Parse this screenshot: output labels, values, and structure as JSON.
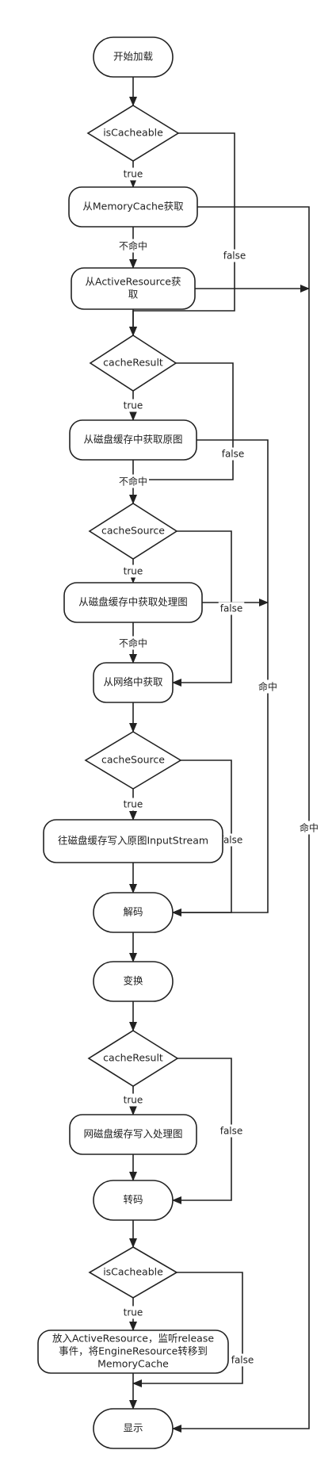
{
  "nodes": [
    {
      "id": "start",
      "shape": "terminal",
      "lines": [
        "开始加载"
      ]
    },
    {
      "id": "d_iscacheable1",
      "shape": "decision",
      "lines": [
        "isCacheable"
      ]
    },
    {
      "id": "memory",
      "shape": "process",
      "lines": [
        "从MemoryCache获取"
      ]
    },
    {
      "id": "active",
      "shape": "process",
      "lines": [
        "从ActiveResource获",
        "取"
      ]
    },
    {
      "id": "d_cacheresult1",
      "shape": "decision",
      "lines": [
        "cacheResult"
      ]
    },
    {
      "id": "disk_original",
      "shape": "process",
      "lines": [
        "从磁盘缓存中获取原图"
      ]
    },
    {
      "id": "d_cachesource1",
      "shape": "decision",
      "lines": [
        "cacheSource"
      ]
    },
    {
      "id": "disk_processed",
      "shape": "process",
      "lines": [
        "从磁盘缓存中获取处理图"
      ]
    },
    {
      "id": "network",
      "shape": "process",
      "lines": [
        "从网络中获取"
      ]
    },
    {
      "id": "d_cachesource2",
      "shape": "decision",
      "lines": [
        "cacheSource"
      ]
    },
    {
      "id": "write_original",
      "shape": "process",
      "lines": [
        "往磁盘缓存写入原图InputStream"
      ]
    },
    {
      "id": "decode",
      "shape": "terminal",
      "lines": [
        "解码"
      ]
    },
    {
      "id": "transform",
      "shape": "terminal",
      "lines": [
        "变换"
      ]
    },
    {
      "id": "d_cacheresult2",
      "shape": "decision",
      "lines": [
        "cacheResult"
      ]
    },
    {
      "id": "write_processed",
      "shape": "process",
      "lines": [
        "网磁盘缓存写入处理图"
      ]
    },
    {
      "id": "transcode",
      "shape": "terminal",
      "lines": [
        "转码"
      ]
    },
    {
      "id": "d_iscacheable2",
      "shape": "decision",
      "lines": [
        "isCacheable"
      ]
    },
    {
      "id": "put_active",
      "shape": "process",
      "lines": [
        "放入ActiveResource，监听release",
        "事件，将EngineResource转移到",
        "MemoryCache"
      ]
    },
    {
      "id": "display",
      "shape": "terminal",
      "lines": [
        "显示"
      ]
    }
  ],
  "edges": [
    {
      "from": "start",
      "to": "d_iscacheable1",
      "label": ""
    },
    {
      "from": "d_iscacheable1",
      "to": "memory",
      "label": "true"
    },
    {
      "from": "memory",
      "to": "active",
      "label": "不命中"
    },
    {
      "from": "d_iscacheable1",
      "to": "d_cacheresult1",
      "label": "false"
    },
    {
      "from": "active",
      "to": "d_cacheresult1",
      "label": ""
    },
    {
      "from": "memory",
      "to": "display",
      "label": "命中"
    },
    {
      "from": "active",
      "to": "display",
      "label": ""
    },
    {
      "from": "d_cacheresult1",
      "to": "disk_original",
      "label": "true"
    },
    {
      "from": "disk_original",
      "to": "d_cachesource1",
      "label": "不命中"
    },
    {
      "from": "d_cacheresult1",
      "to": "d_cachesource1",
      "label": "false"
    },
    {
      "from": "disk_original",
      "to": "decode",
      "label": "命中"
    },
    {
      "from": "d_cachesource1",
      "to": "disk_processed",
      "label": "true"
    },
    {
      "from": "disk_processed",
      "to": "network",
      "label": "不命中"
    },
    {
      "from": "d_cachesource1",
      "to": "network",
      "label": "false"
    },
    {
      "from": "disk_processed",
      "to": "decode",
      "label": ""
    },
    {
      "from": "network",
      "to": "d_cachesource2",
      "label": ""
    },
    {
      "from": "d_cachesource2",
      "to": "write_original",
      "label": "true"
    },
    {
      "from": "write_original",
      "to": "decode",
      "label": ""
    },
    {
      "from": "d_cachesource2",
      "to": "decode",
      "label": "false"
    },
    {
      "from": "decode",
      "to": "transform",
      "label": ""
    },
    {
      "from": "transform",
      "to": "d_cacheresult2",
      "label": ""
    },
    {
      "from": "d_cacheresult2",
      "to": "write_processed",
      "label": "true"
    },
    {
      "from": "write_processed",
      "to": "transcode",
      "label": ""
    },
    {
      "from": "d_cacheresult2",
      "to": "transcode",
      "label": "false"
    },
    {
      "from": "transcode",
      "to": "d_iscacheable2",
      "label": ""
    },
    {
      "from": "d_iscacheable2",
      "to": "put_active",
      "label": "true"
    },
    {
      "from": "put_active",
      "to": "display",
      "label": ""
    },
    {
      "from": "d_iscacheable2",
      "to": "display",
      "label": "false"
    }
  ]
}
